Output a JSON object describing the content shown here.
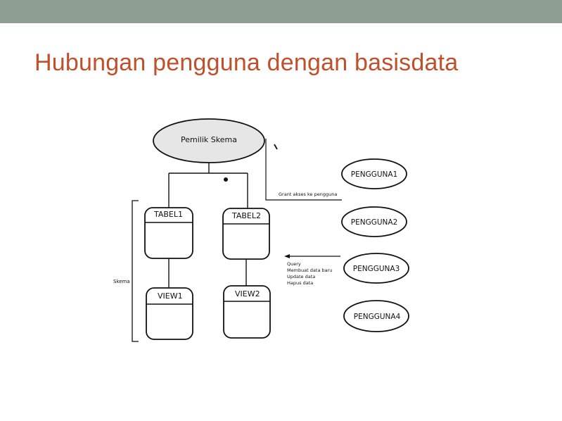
{
  "slide": {
    "title": "Hubungan pengguna dengan basisdata"
  },
  "diagram": {
    "owner": "Pemilik Skema",
    "tables": [
      "TABEL1",
      "TABEL2"
    ],
    "views": [
      "VIEW1",
      "VIEW2"
    ],
    "schema_label": "Skema",
    "grant_label": "Grant akses ke pengguna",
    "users": [
      "PENGGUNA1",
      "PENGGUNA2",
      "PENGGUNA3",
      "PENGGUNA4"
    ],
    "operations": [
      "Query",
      "Membuat data baru",
      "Update data",
      "Hapus data"
    ]
  },
  "colors": {
    "top_bar": "#8e9e92",
    "title": "#c0502c",
    "owner_fill": "#e6e6e6"
  }
}
